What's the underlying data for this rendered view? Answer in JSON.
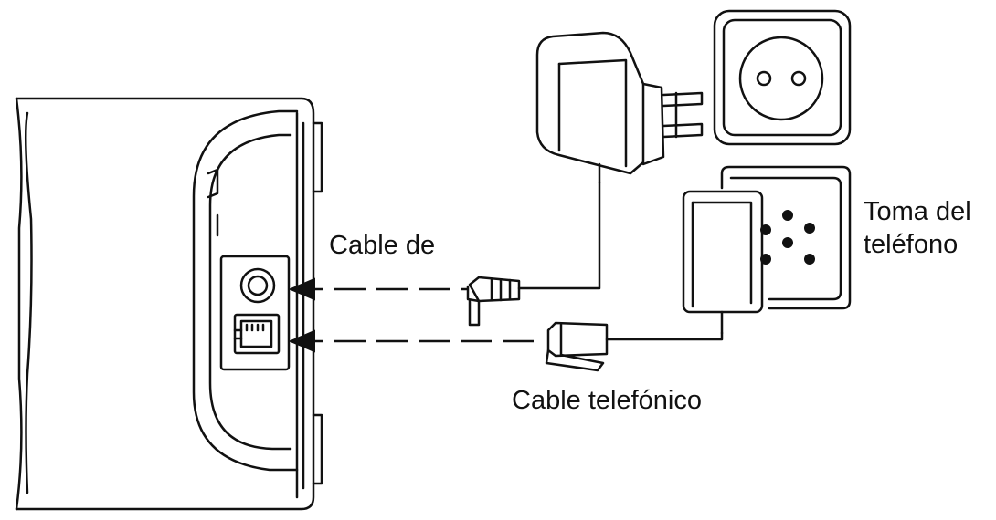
{
  "labels": {
    "power_cable": "Cable de",
    "phone_cable": "Cable telefónico",
    "phone_jack_line1": "Toma del",
    "phone_jack_line2": "teléfono"
  },
  "colors": {
    "line": "#111111",
    "background": "#ffffff"
  },
  "icons": {
    "base_station": "base-station-icon",
    "power_adapter": "power-adapter-icon",
    "wall_socket": "wall-socket-icon",
    "phone_wall_jack": "phone-wall-jack-icon",
    "dc_plug": "dc-plug-icon",
    "rj11_plug": "rj11-plug-icon",
    "arrow": "arrow-icon"
  }
}
